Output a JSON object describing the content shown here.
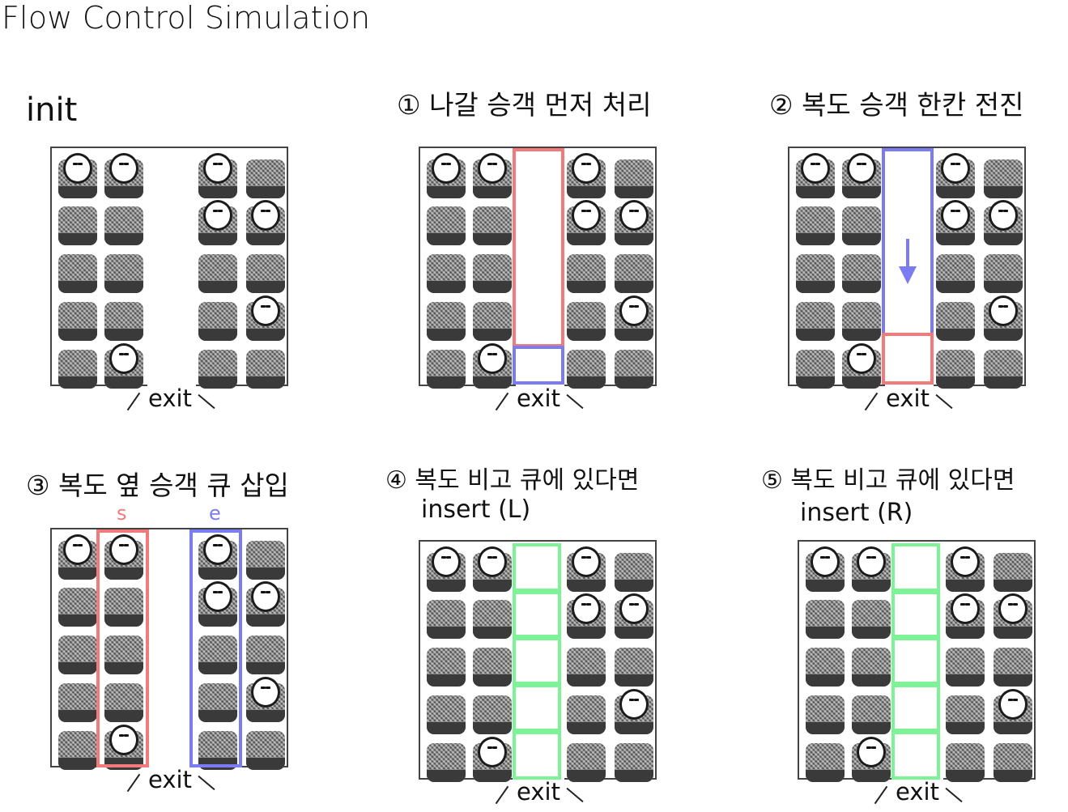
{
  "title": "Flow Control Simulation",
  "colors": {
    "red": "#f27a7a",
    "blue": "#7c7cf2",
    "green": "#7df297",
    "frame": "#444444",
    "seat_back": "#7a7a7a",
    "cushion": "#3a3a3a"
  },
  "icons": {
    "seat": "seat-icon",
    "passenger": "passenger-head-icon",
    "arrow": "arrow-down-icon"
  },
  "exit_label": "exit",
  "panels": [
    {
      "id": "init",
      "title": "init",
      "occupied": [
        [
          1,
          1,
          0,
          1,
          0
        ],
        [
          0,
          0,
          0,
          1,
          1
        ],
        [
          0,
          0,
          0,
          0,
          0
        ],
        [
          0,
          0,
          0,
          0,
          1
        ],
        [
          0,
          1,
          0,
          0,
          0
        ]
      ]
    },
    {
      "id": "step1",
      "title": "① 나갈 승객 먼저 처리",
      "occupied": [
        [
          1,
          1,
          0,
          1,
          0
        ],
        [
          0,
          0,
          0,
          1,
          1
        ],
        [
          0,
          0,
          0,
          0,
          0
        ],
        [
          0,
          0,
          0,
          0,
          1
        ],
        [
          0,
          1,
          0,
          0,
          0
        ]
      ]
    },
    {
      "id": "step2",
      "title": "② 복도 승객 한칸 전진",
      "occupied": [
        [
          1,
          1,
          0,
          1,
          0
        ],
        [
          0,
          0,
          0,
          1,
          1
        ],
        [
          0,
          0,
          0,
          0,
          0
        ],
        [
          0,
          0,
          0,
          0,
          1
        ],
        [
          0,
          1,
          0,
          0,
          0
        ]
      ]
    },
    {
      "id": "step3",
      "title": "③ 복도 옆 승객 큐 삽입",
      "markers": {
        "s": "s",
        "e": "e"
      },
      "occupied": [
        [
          1,
          1,
          0,
          1,
          0
        ],
        [
          0,
          0,
          0,
          1,
          1
        ],
        [
          0,
          0,
          0,
          0,
          0
        ],
        [
          0,
          0,
          0,
          0,
          1
        ],
        [
          0,
          1,
          0,
          0,
          0
        ]
      ]
    },
    {
      "id": "step4",
      "title": "④ 복도 비고 큐에 있다면",
      "subtitle": "insert (L)",
      "occupied": [
        [
          1,
          1,
          0,
          1,
          0
        ],
        [
          0,
          0,
          0,
          1,
          1
        ],
        [
          0,
          0,
          0,
          0,
          0
        ],
        [
          0,
          0,
          0,
          0,
          1
        ],
        [
          0,
          1,
          0,
          0,
          0
        ]
      ]
    },
    {
      "id": "step5",
      "title": "⑤ 복도 비고 큐에 있다면",
      "subtitle": "insert (R)",
      "occupied": [
        [
          1,
          1,
          0,
          1,
          0
        ],
        [
          0,
          0,
          0,
          1,
          1
        ],
        [
          0,
          0,
          0,
          0,
          0
        ],
        [
          0,
          0,
          0,
          0,
          1
        ],
        [
          0,
          1,
          0,
          0,
          0
        ]
      ]
    }
  ]
}
